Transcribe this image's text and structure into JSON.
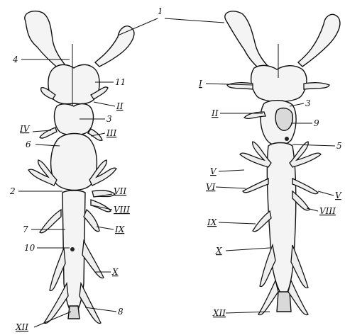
{
  "labels": {
    "l1": "1",
    "l4": "4",
    "l11": "11",
    "lII_left": "II",
    "lIV": "IV",
    "l3_left": "3",
    "l6": "6",
    "lIII": "III",
    "l2": "2",
    "lVII": "VII",
    "lVIII_left": "VIII",
    "lIX_left": "IX",
    "l7": "7",
    "l10": "10",
    "lX_left": "X",
    "l8": "8",
    "lXII_left": "XII",
    "lI": "I",
    "l3_right": "3",
    "lII_right": "II",
    "l9": "9",
    "l5": "5",
    "lV": "V",
    "lVI": "VI",
    "lV_right": "V",
    "lVIII_right": "VIII",
    "lIX_right": "IX",
    "lX_right": "X",
    "lXII_right": "XII"
  }
}
